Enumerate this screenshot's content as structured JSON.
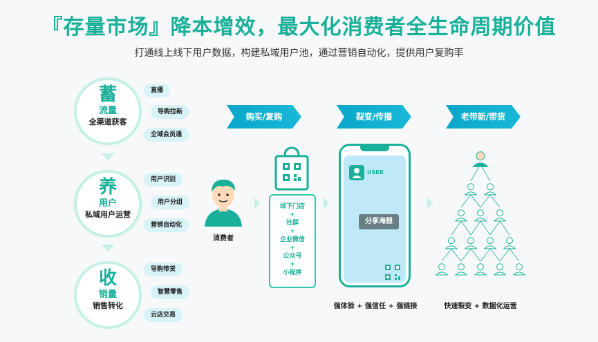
{
  "header": {
    "title": "『存量市场』降本增效，最大化消费者全生命周期价值",
    "subtitle": "打通线上线下用户数据，构建私域用户池，通过营销自动化，提供用户复购率"
  },
  "stages": [
    {
      "big": "蓄",
      "mid": "流量",
      "small": "全渠道获客",
      "tags": [
        "直播",
        "导购拉新",
        "全域会员通"
      ]
    },
    {
      "big": "养",
      "mid": "用户",
      "small": "私域用户运营",
      "tags": [
        "用户识别",
        "用户分组",
        "营销自动化"
      ]
    },
    {
      "big": "收",
      "mid": "销量",
      "small": "销售转化",
      "tags": [
        "导购带货",
        "智慧零售",
        "云店交易"
      ]
    }
  ],
  "flow": {
    "banners": [
      "购买/复购",
      "裂变/传播",
      "老带新/带货"
    ],
    "consumer_label": "消费者",
    "channels": [
      "线下门店",
      "社群",
      "企业微信",
      "公众号",
      "小程序"
    ],
    "phone_user": "USER",
    "share_label": "分享海报",
    "phone_caption": "强体验 + 强信任 + 强链接",
    "network_caption": "快速裂变 + 数据化运营"
  },
  "colors": {
    "accent": "#19b09a",
    "banner": "#0aa6c9",
    "pill": "#d7f3f7"
  }
}
